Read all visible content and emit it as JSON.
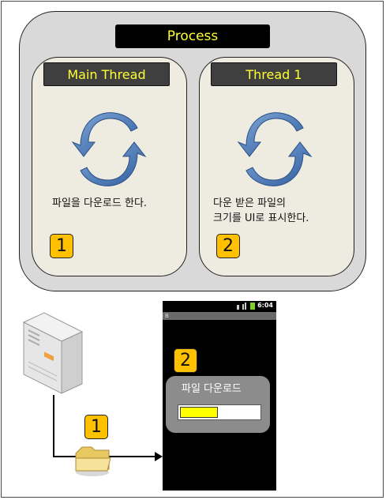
{
  "process": {
    "title": "Process"
  },
  "threads": [
    {
      "title": "Main Thread",
      "badge": "1",
      "description": [
        "파일을 다운로드 한다."
      ]
    },
    {
      "title": "Thread 1",
      "badge": "2",
      "description": [
        "다운 받은 파일의",
        "크기를 UI로 표시한다."
      ]
    }
  ],
  "phone": {
    "status_time": "6:04",
    "app_title": "B",
    "badge": "2",
    "dialog_title": "파일 다운로드",
    "progress": 0.48
  },
  "transfer": {
    "badge": "1"
  },
  "colors": {
    "badge": "#ffc000",
    "thread_title_text": "#ffff33",
    "arrow": "#4f81bd",
    "progress": "#ffff00"
  },
  "icons": [
    "cycle-arrows-icon",
    "server-icon",
    "folder-icon",
    "arrow-right-icon"
  ]
}
